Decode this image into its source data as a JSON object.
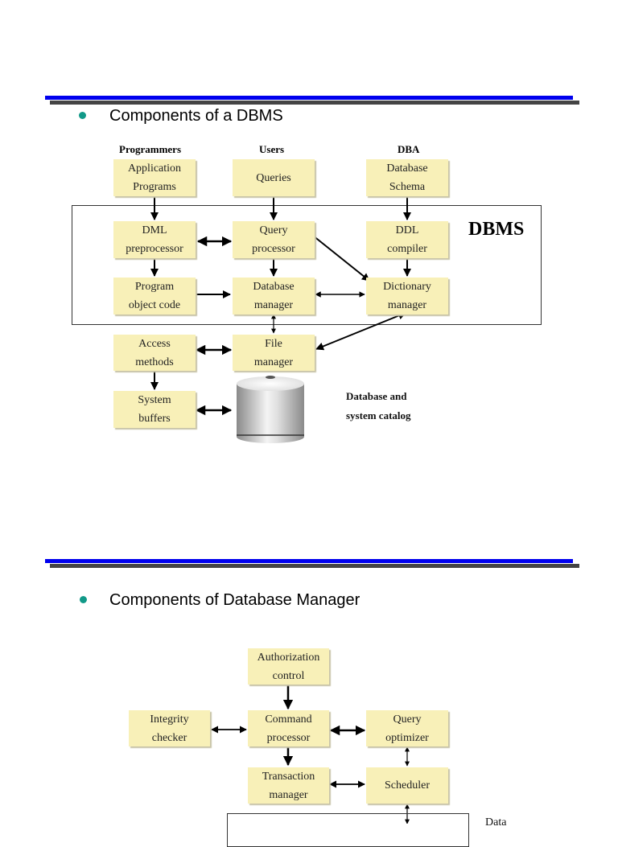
{
  "slides": [
    {
      "heading": "Components of a DBMS",
      "actors": {
        "programmers": "Programmers",
        "users": "Users",
        "dba": "DBA"
      },
      "boxes": {
        "app_programs": [
          "Application",
          "Programs"
        ],
        "queries": [
          "Queries"
        ],
        "db_schema": [
          "Database",
          "Schema"
        ],
        "dml_preprocessor": [
          "DML",
          "preprocessor"
        ],
        "query_processor": [
          "Query",
          "processor"
        ],
        "ddl_compiler": [
          "DDL",
          "compiler"
        ],
        "program_object_code": [
          "Program",
          "object code"
        ],
        "database_manager": [
          "Database",
          "manager"
        ],
        "dictionary_manager": [
          "Dictionary",
          "manager"
        ],
        "access_methods": [
          "Access",
          "methods"
        ],
        "file_manager": [
          "File",
          "manager"
        ],
        "system_buffers": [
          "System",
          "buffers"
        ]
      },
      "frame_label": "DBMS",
      "storage_caption": [
        "Database and",
        "system catalog"
      ]
    },
    {
      "heading": "Components of Database Manager",
      "boxes": {
        "authorization_control": [
          "Authorization",
          "control"
        ],
        "integrity_checker": [
          "Integrity",
          "checker"
        ],
        "command_processor": [
          "Command",
          "processor"
        ],
        "query_optimizer": [
          "Query",
          "optimizer"
        ],
        "transaction_manager": [
          "Transaction",
          "manager"
        ],
        "scheduler": [
          "Scheduler"
        ]
      },
      "partial_label": "Data"
    }
  ],
  "colors": {
    "rule_blue": "#0000ee",
    "rule_gray": "#444444",
    "bullet": "#119988",
    "box_fill": "#f8f0b8"
  }
}
